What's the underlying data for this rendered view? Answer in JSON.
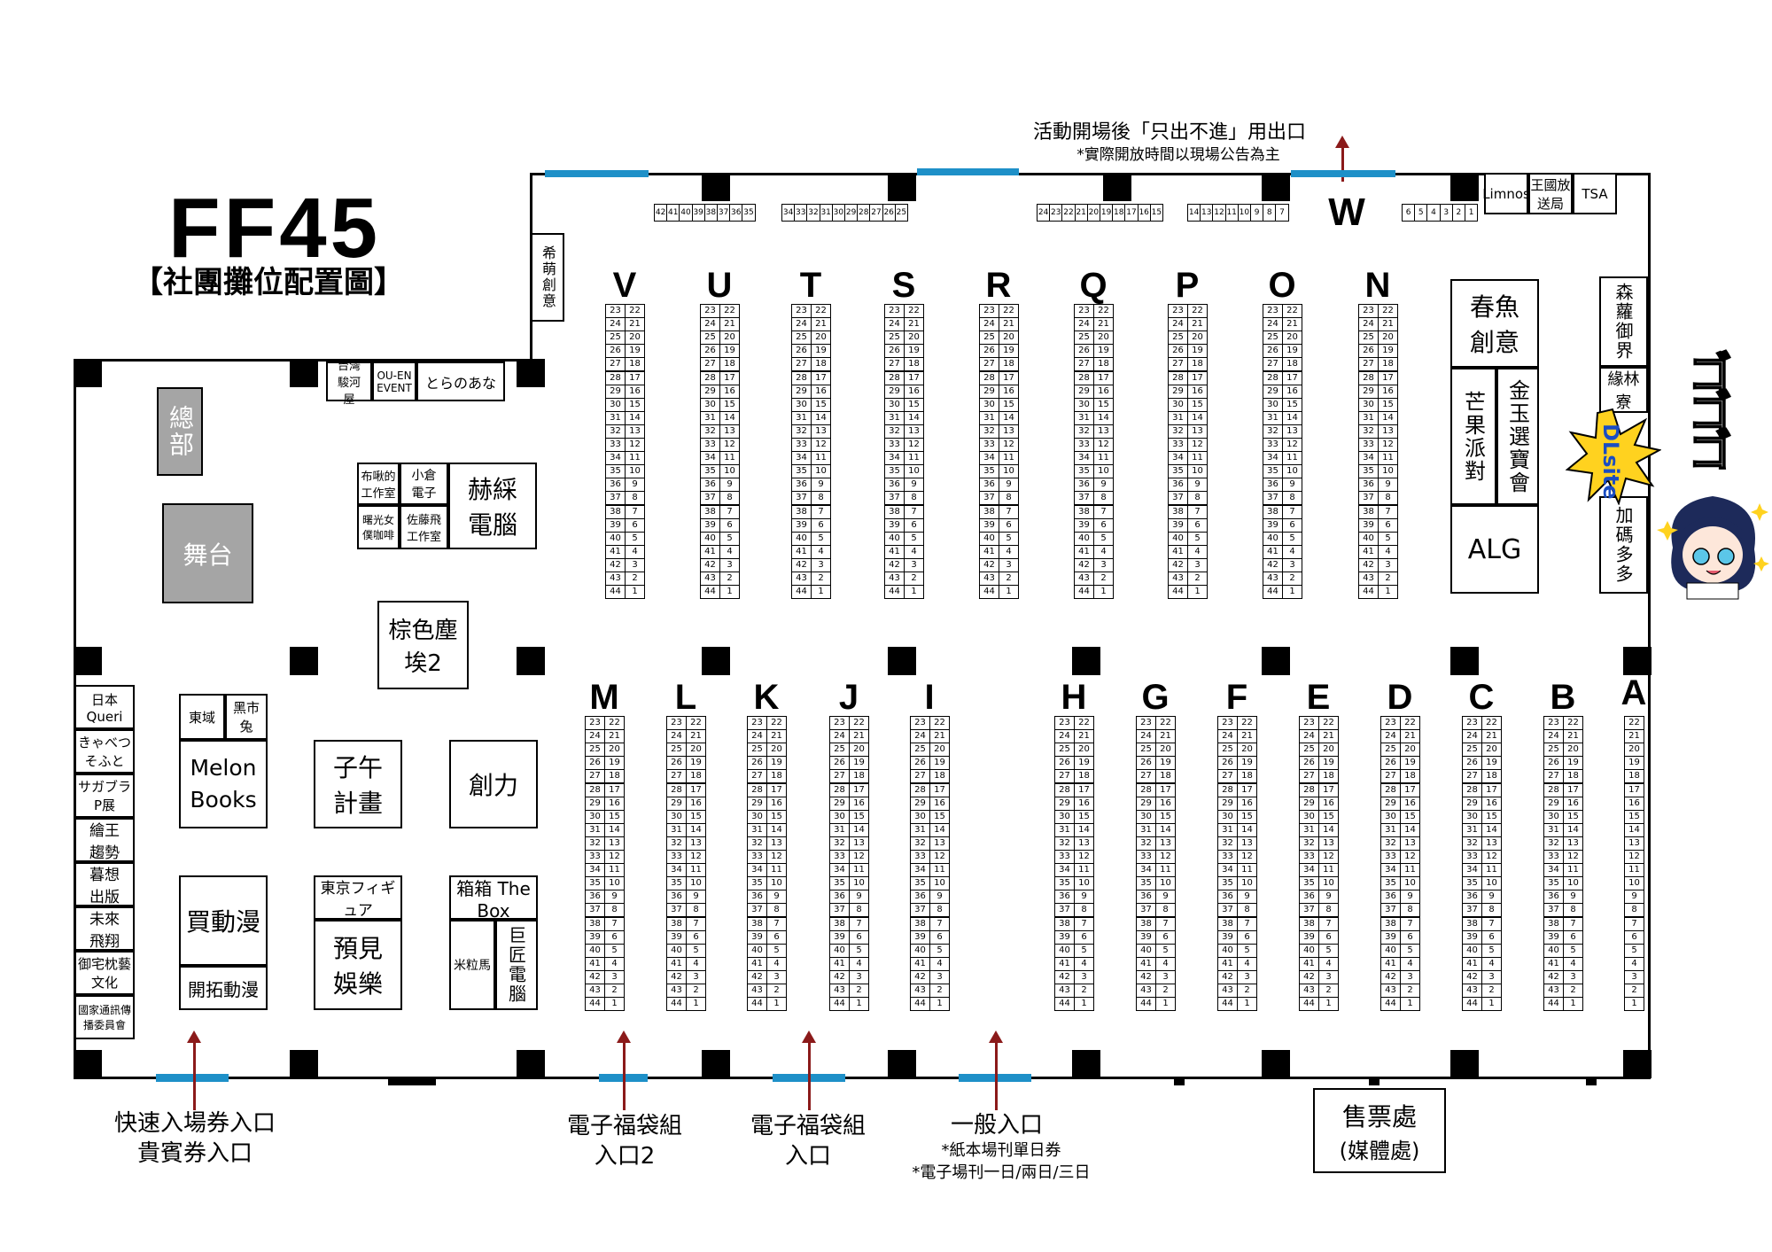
{
  "header": {
    "title": "FF45",
    "subtitle": "【社團攤位配置圖】"
  },
  "exits": {
    "top_exit": "活動開場後「只出不進」用出口",
    "top_exit_note": "*實際開放時間以現場公告為主"
  },
  "entrances": {
    "fast": "快速入場券入口",
    "vip": "貴賓券入口",
    "ebag2_line1": "電子福袋組",
    "ebag2_line2": "入口2",
    "ebag_line1": "電子福袋組",
    "ebag_line2": "入口",
    "general": "一般入口",
    "general_note1": "*紙本場刊單日券",
    "general_note2": "*電子場刊一日/兩日/三日",
    "ticket_line1": "售票處",
    "ticket_line2": "(媒體處)"
  },
  "rooms": {
    "hq": "總部",
    "stage": "舞台",
    "ximeng": "希萌創意",
    "taiwan_surugaya": "台灣駿河屋",
    "ouen": "OU-EN EVENT",
    "toranoana": "とらのあな",
    "bubble": "布啾的工作室",
    "kokura": "小倉電子",
    "hecai": "赫綵電腦",
    "shuguang": "曙光女僕咖啡",
    "sato": "佐藤飛工作室",
    "brown_dust": "棕色塵埃2",
    "east": "東域",
    "black_rabbit": "黑市兔",
    "melon": "Melon Books",
    "ziwu": "子午計畫",
    "chuangli": "創力",
    "buy_anime": "買動漫",
    "kaituo": "開拓動漫",
    "tokyo_figure": "東京フィギュア",
    "yujian": "預見娛樂",
    "box": "箱箱 The Box",
    "mili": "米粒馬",
    "jujiang": "巨匠電腦",
    "nihon_queri": "日本Queri",
    "kyabetsu": "きゃべつそふと",
    "sagabura": "サガブラP展",
    "huiwang": "繪王趨勢",
    "muxiang": "暮想出版",
    "weilai": "未來飛翔",
    "yuzhai": "御宅枕藝文化",
    "ncc": "國家通訊傳播委員會",
    "limnos": "Limnos",
    "wangguo": "王國放送局",
    "tsa": "TSA",
    "chunyu": "春魚創意",
    "mangguo": "芒果派對",
    "jinyu": "金玉選寶會",
    "alg": "ALG",
    "senluo": "森蘿御界",
    "yuanlin": "緣林寮",
    "jiama": "加碼多多",
    "dlsite": "DLsite"
  },
  "row_w": {
    "letter": "W",
    "groups": [
      [
        "42",
        "41",
        "40",
        "39",
        "38",
        "37",
        "36",
        "35"
      ],
      [
        "34",
        "33",
        "32",
        "31",
        "30",
        "29",
        "28",
        "27",
        "26",
        "25"
      ],
      [
        "24",
        "23",
        "22",
        "21",
        "20",
        "19",
        "18",
        "17",
        "16",
        "15"
      ],
      [
        "14",
        "13",
        "12",
        "11",
        "10",
        "9",
        "8",
        "7"
      ],
      [
        "6",
        "5",
        "4",
        "3",
        "2",
        "1"
      ]
    ]
  },
  "booth_rows_top": [
    "V",
    "U",
    "T",
    "S",
    "R",
    "Q",
    "P",
    "O",
    "N"
  ],
  "booth_rows_bottom": [
    "M",
    "L",
    "K",
    "J",
    "I",
    "H",
    "G",
    "F",
    "E",
    "D",
    "C",
    "B"
  ],
  "booth_row_a": "A",
  "booth_pairs": [
    [
      "23",
      "22"
    ],
    [
      "24",
      "21"
    ],
    [
      "25",
      "20"
    ],
    [
      "26",
      "19"
    ],
    [
      "27",
      "18"
    ],
    [
      "28",
      "17"
    ],
    [
      "29",
      "16"
    ],
    [
      "30",
      "15"
    ],
    [
      "31",
      "14"
    ],
    [
      "32",
      "13"
    ],
    [
      "33",
      "12"
    ],
    [
      "34",
      "11"
    ],
    [
      "35",
      "10"
    ],
    [
      "36",
      "9"
    ],
    [
      "37",
      "8"
    ],
    [
      "38",
      "7"
    ],
    [
      "39",
      "6"
    ],
    [
      "40",
      "5"
    ],
    [
      "41",
      "4"
    ],
    [
      "42",
      "3"
    ],
    [
      "43",
      "2"
    ],
    [
      "44",
      "1"
    ]
  ],
  "row_a_numbers": [
    "22",
    "21",
    "20",
    "19",
    "18",
    "17",
    "16",
    "15",
    "14",
    "13",
    "12",
    "11",
    "10",
    "9",
    "8",
    "7",
    "6",
    "5",
    "4",
    "3",
    "2",
    "1"
  ],
  "mascot_text": "ゴゴゴ"
}
